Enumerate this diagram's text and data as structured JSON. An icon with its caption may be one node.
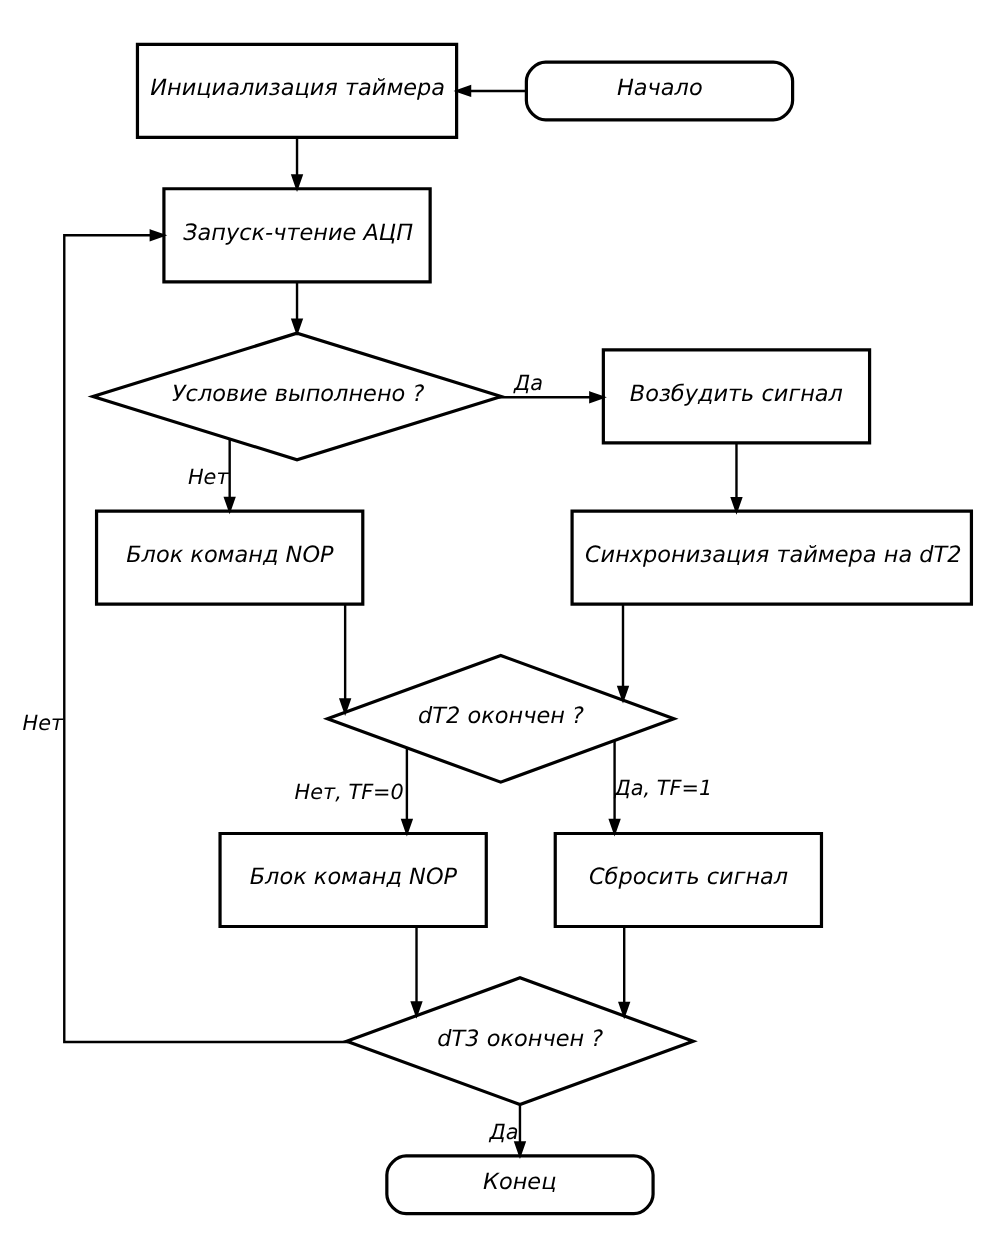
{
  "diagram": {
    "nodes": [
      {
        "text": [
          "Инициализация таймера"
        ]
      },
      {
        "text": [
          "Начало"
        ]
      },
      {
        "text": [
          "Запуск-чтение АЦП"
        ]
      },
      {
        "text": [
          "Условие выполнено ?"
        ]
      },
      {
        "text": [
          "Возбудить сигнал"
        ]
      },
      {
        "text": [
          "Блок команд NOP"
        ]
      },
      {
        "text": [
          "Синхронизация таймера на dT2"
        ]
      },
      {
        "text": [
          "dT2 окончен ?"
        ]
      },
      {
        "text": [
          "Блок команд NOP"
        ]
      },
      {
        "text": [
          "Сбросить сигнал"
        ]
      },
      {
        "text": [
          "dT3 окончен ?"
        ]
      },
      {
        "text": [
          "Конец"
        ]
      }
    ],
    "edges": [
      {
        "from": 1,
        "to": 0,
        "arrow": "to"
      },
      {
        "from": 0,
        "to": 2,
        "arrow": "to"
      },
      {
        "from": 2,
        "to": 3,
        "arrow": "to"
      },
      {
        "from": 3,
        "to": 4,
        "arrow": "to",
        "label": "Да"
      },
      {
        "from": 3,
        "to": 5,
        "arrow": "to",
        "label": "Нет"
      },
      {
        "from": 4,
        "to": 6,
        "arrow": "to"
      },
      {
        "from": 5,
        "to": 7,
        "arrow": "to"
      },
      {
        "from": 6,
        "to": 7,
        "arrow": "to"
      },
      {
        "from": 7,
        "to": 8,
        "arrow": "to",
        "label": "Нет, TF=0"
      },
      {
        "from": 7,
        "to": 9,
        "arrow": "to",
        "label": "Да, TF=1"
      },
      {
        "from": 8,
        "to": 10,
        "arrow": "to"
      },
      {
        "from": 9,
        "to": 10,
        "arrow": "to"
      },
      {
        "from": 10,
        "to": 2,
        "arrow": "to",
        "label": "Нет"
      },
      {
        "from": 10,
        "to": 11,
        "arrow": "to",
        "label": "Да"
      }
    ]
  }
}
